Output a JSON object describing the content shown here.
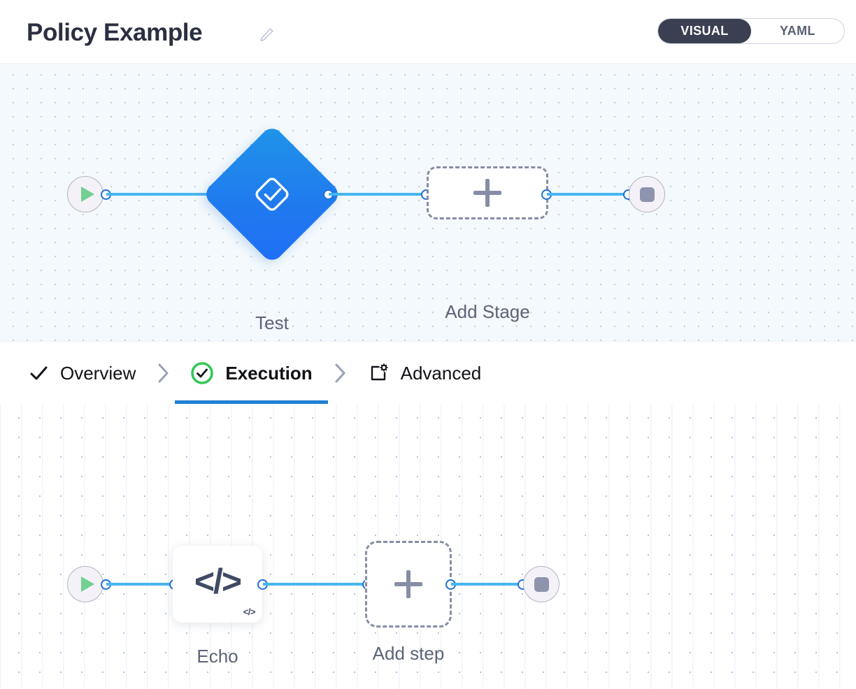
{
  "header": {
    "title": "Policy Example",
    "edit_icon": "pencil-icon",
    "toggle": {
      "visual_label": "VISUAL",
      "yaml_label": "YAML",
      "active": "VISUAL",
      "active_bg": "#3b3f52",
      "active_text": "#ffffff"
    }
  },
  "stage_canvas": {
    "background": "#f3f9fc",
    "start_node": {
      "name": "start",
      "icon": "play-icon",
      "icon_color": "#72d090"
    },
    "end_node": {
      "name": "end",
      "icon": "stop-icon",
      "icon_color": "#8e93ae"
    },
    "nodes": [
      {
        "label": "Test",
        "icon": "check-diamond-icon",
        "shape": "diamond",
        "color": "#1f7cee"
      }
    ],
    "add_button": {
      "label": "Add Stage",
      "icon": "plus-icon"
    },
    "edge_color": "#46b6f0",
    "port_color": "#1e6fd9"
  },
  "tabs": [
    {
      "label": "Overview",
      "icon": "check-icon",
      "active": false
    },
    {
      "label": "Execution",
      "icon": "check-circle-icon",
      "active": true
    },
    {
      "label": "Advanced",
      "icon": "square-gear-icon",
      "active": false
    }
  ],
  "tab_separator_icon": "chevron-right-icon",
  "tab_active_underline_color": "#1e7fd4",
  "step_canvas": {
    "background": "#ffffff",
    "start_node": {
      "name": "start",
      "icon": "play-icon",
      "icon_color": "#72d090"
    },
    "end_node": {
      "name": "end",
      "icon": "stop-icon",
      "icon_color": "#8e93ae"
    },
    "nodes": [
      {
        "label": "Echo",
        "icon": "code-icon",
        "glyph": "</>",
        "badge": "</>"
      }
    ],
    "add_button": {
      "label": "Add step",
      "icon": "plus-icon"
    },
    "edge_color": "#46b6f0",
    "port_color": "#1e6fd9"
  }
}
